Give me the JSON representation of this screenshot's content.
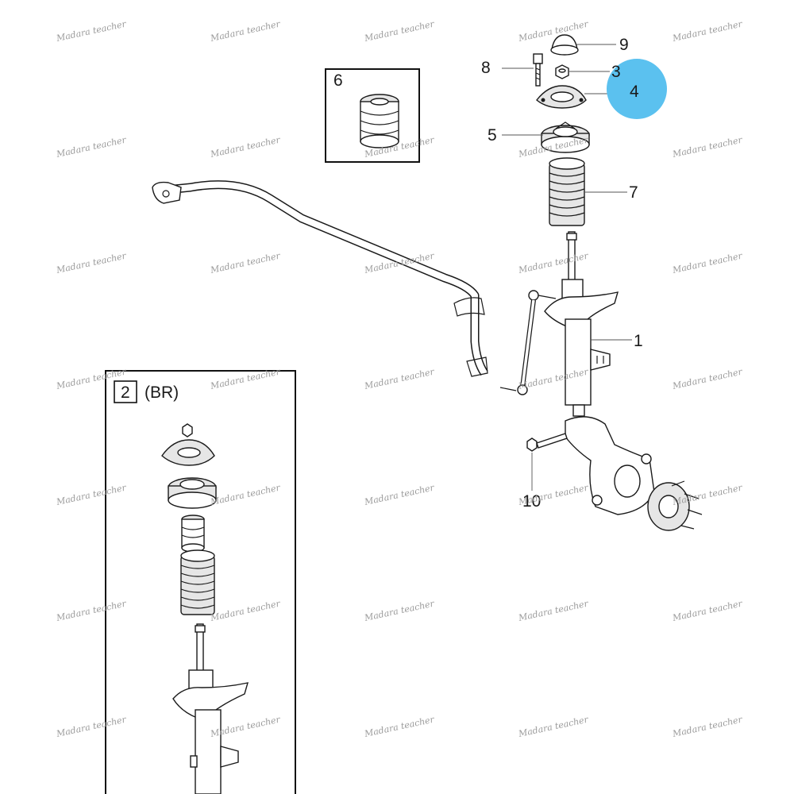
{
  "callouts": {
    "c1": "1",
    "c3": "3",
    "c4": "4",
    "c5": "5",
    "c6": "6",
    "c7": "7",
    "c8": "8",
    "c9": "9",
    "c10": "10"
  },
  "inset": {
    "number": "2",
    "label": "(BR)"
  },
  "highlight_color": "#5bc1ef",
  "watermark": "Madara teacher"
}
